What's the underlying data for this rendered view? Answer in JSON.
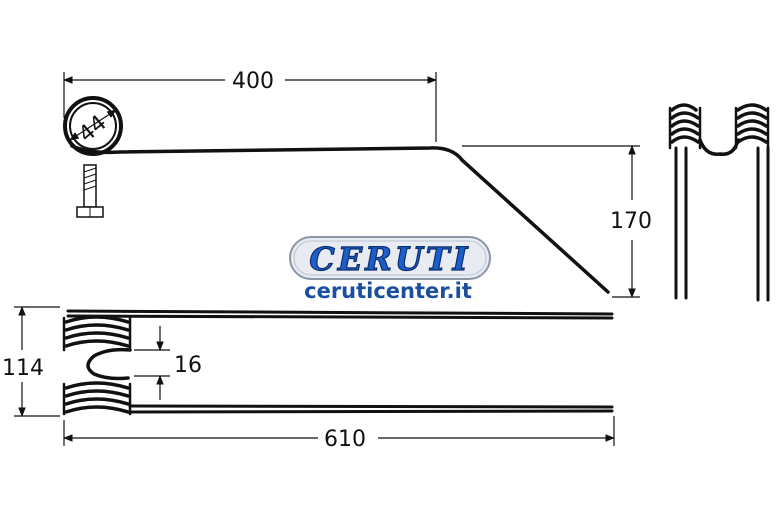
{
  "dimensions": {
    "length_top": "400",
    "coil_diameter": "44",
    "drop": "170",
    "height": "114",
    "gap": "16",
    "length_total": "610"
  },
  "logo": {
    "name": "CERUTI",
    "url": "ceruticenter.it"
  },
  "colors": {
    "line": "#111111",
    "brand_blue": "#1d5fc9",
    "brand_dark": "#0a2f70",
    "url_blue": "#1a4fa0",
    "logo_bg": "#e8ecf2"
  }
}
